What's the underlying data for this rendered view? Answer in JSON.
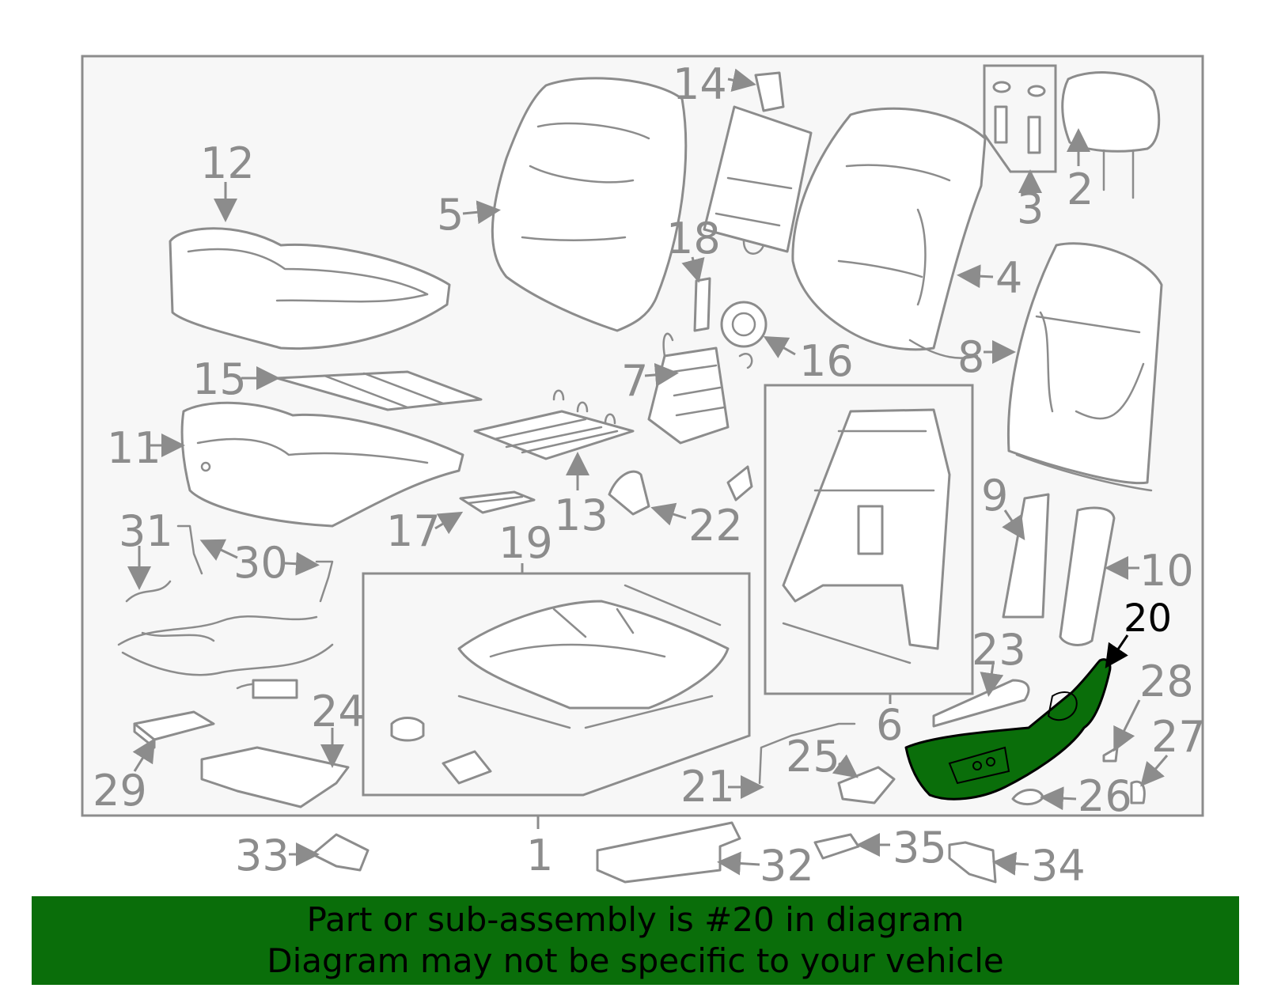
{
  "highlight": {
    "callout": "20",
    "color": "#0a6e0a"
  },
  "callouts": {
    "c1": "1",
    "c2": "2",
    "c3": "3",
    "c4": "4",
    "c5": "5",
    "c6": "6",
    "c7": "7",
    "c8": "8",
    "c9": "9",
    "c10": "10",
    "c11": "11",
    "c12": "12",
    "c13": "13",
    "c14": "14",
    "c15": "15",
    "c16": "16",
    "c17": "17",
    "c18": "18",
    "c19": "19",
    "c20": "20",
    "c21": "21",
    "c22": "22",
    "c23": "23",
    "c24": "24",
    "c25": "25",
    "c26": "26",
    "c27": "27",
    "c28": "28",
    "c29": "29",
    "c30": "30",
    "c31": "31",
    "c32": "32",
    "c33": "33",
    "c34": "34",
    "c35": "35"
  },
  "banner": {
    "line1": "Part or sub-assembly is #20 in diagram",
    "line2": "Diagram may not be specific to your vehicle"
  },
  "colors": {
    "line_gray": "#8c8c8c",
    "frame_fill": "#f7f7f7",
    "highlight_green": "#0a6e0a"
  }
}
